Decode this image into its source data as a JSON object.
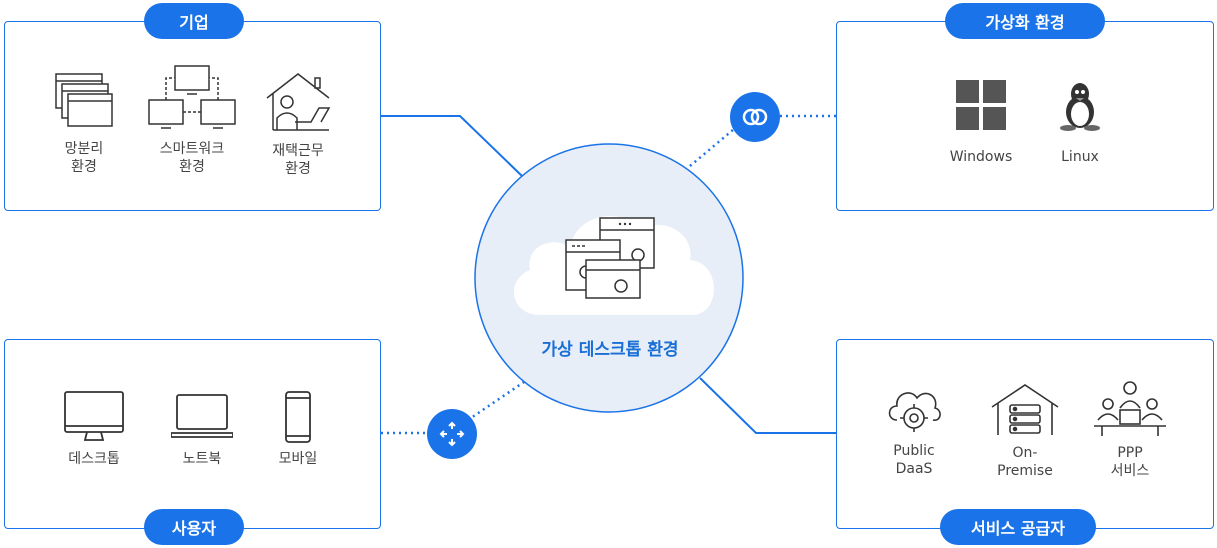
{
  "center": {
    "title": "가상 데스크톱 환경"
  },
  "enterprise": {
    "title": "기업",
    "items": [
      {
        "icon": "windows-stack-icon",
        "line1": "망분리",
        "line2": "환경"
      },
      {
        "icon": "network-computers-icon",
        "line1": "스마트워크",
        "line2": "환경"
      },
      {
        "icon": "home-office-icon",
        "line1": "재택근무",
        "line2": "환경"
      }
    ]
  },
  "virtualization": {
    "title": "가상화 환경",
    "items": [
      {
        "icon": "windows-logo-icon",
        "line1": "Windows"
      },
      {
        "icon": "linux-penguin-icon",
        "line1": "Linux"
      }
    ]
  },
  "users": {
    "title": "사용자",
    "items": [
      {
        "icon": "desktop-monitor-icon",
        "line1": "데스크톱"
      },
      {
        "icon": "laptop-icon",
        "line1": "노트북"
      },
      {
        "icon": "mobile-phone-icon",
        "line1": "모바일"
      }
    ]
  },
  "providers": {
    "title": "서비스 공급자",
    "items": [
      {
        "icon": "cloud-gear-icon",
        "line1": "Public",
        "line2": "DaaS"
      },
      {
        "icon": "server-house-icon",
        "line1": "On-",
        "line2": "Premise"
      },
      {
        "icon": "people-meeting-icon",
        "line1": "PPP",
        "line2": "서비스"
      }
    ]
  },
  "colors": {
    "accent": "#1a73e8",
    "circle_fill": "#e8eef7",
    "line": "#1a73e8"
  }
}
